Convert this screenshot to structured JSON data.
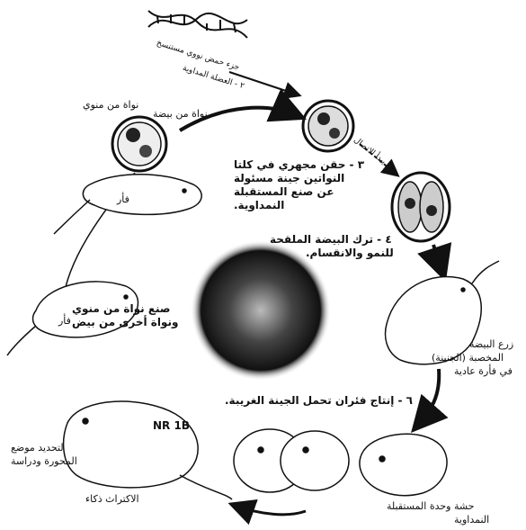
{
  "labels": {
    "top_dna_text_1": "جزء حمض نووي مستنسخ",
    "top_dna_text_2": "٢ - العضلة المداوية",
    "top_sperm_label": "نواة من منوي",
    "top_egg_label": "نواة من بيضة",
    "right_injection_label": "يبدأ الاتصال",
    "step3_1": "٣ - حقن مجهري في كلتا",
    "step3_2": "النواتين جينة مسئولة",
    "step3_3": "عن صنع المستقبلة",
    "step3_4": "النمداوية.",
    "step4_1": "٤ - ترك البيضة الملقحة",
    "step4_2": "للنمو والانقسام.",
    "female_mouse_label_1": "زرع البيضة",
    "female_mouse_label_2": "المخصبة (الجنينة)",
    "female_mouse_label_3": "في فأرة عادية",
    "left_small_mouse_label": "فأر",
    "left_mouse_label": "فأر",
    "left_text_1": "صنع نواة من منوي",
    "left_text_2": "ونواة أخرى من بيض",
    "step6": "٦ - إنتاج فئران تحمل الجينة الغريبة.",
    "nr_label": "NR 1B",
    "bottom_left_1": "لتحديد موضع",
    "bottom_left_2": "المحورة ودراسة",
    "bottom_left_3": "الاكتراث ذكاء",
    "bottom_right_1": "حشة وحدة المستقبلة",
    "bottom_right_2": "النمداوية"
  },
  "colors": {
    "ink": "#111111",
    "paper": "#ffffff"
  }
}
